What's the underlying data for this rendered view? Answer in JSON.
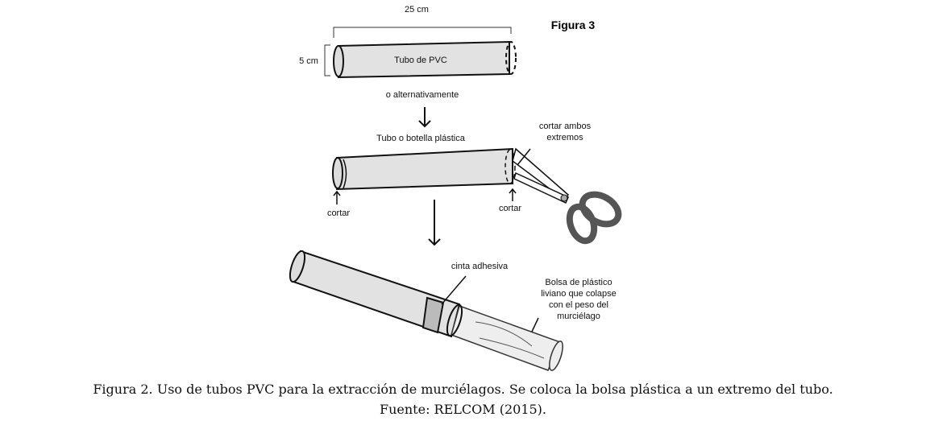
{
  "figure": {
    "title": "Figura 3",
    "length_label": "25 cm",
    "diameter_label": "5 cm",
    "tube_label": "Tubo de PVC",
    "alt_label": "o alternativamente",
    "bottle_label": "Tubo o botella plástica",
    "cut_both_label": [
      "cortar ambos",
      "extremos"
    ],
    "cut_left_label": "cortar",
    "cut_right_label": "cortar",
    "tape_label": "cinta adhesiva",
    "bag_label": [
      "Bolsa de plástico",
      "liviano que colapse",
      "con el peso del",
      "murciélago"
    ]
  },
  "caption": {
    "line1": "Figura 2. Uso de tubos PVC para la extracción de murciélagos. Se coloca la bolsa plástica a un extremo del tubo.",
    "line2": "Fuente: RELCOM (2015)."
  }
}
